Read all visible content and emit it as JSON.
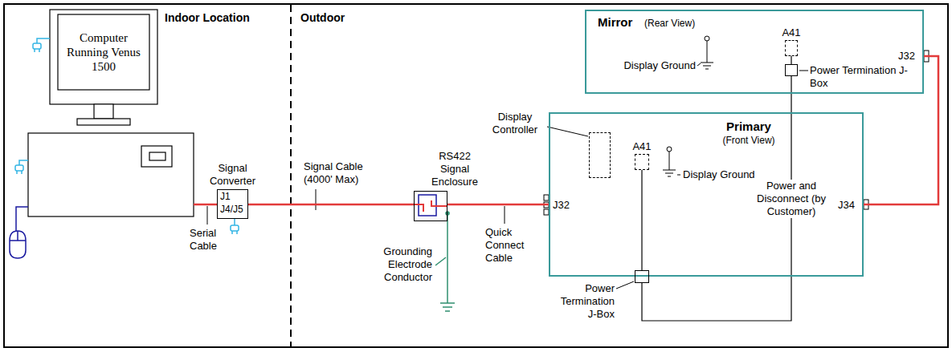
{
  "diagram": {
    "nodes": [
      {
        "text": [
          "Computer Running Venus 1500"
        ]
      },
      {
        "text": [
          "Signal Converter",
          "J1",
          "J4/J5"
        ]
      },
      {
        "text": [
          "RS422 Signal Enclosure"
        ]
      },
      {
        "text": [
          "Primary",
          "(Front View)"
        ]
      },
      {
        "text": [
          "Display Controller"
        ],
        "in": 3
      },
      {
        "text": [
          "A41"
        ],
        "in": 3
      },
      {
        "text": [
          "Power Termination J-Box"
        ],
        "in": 3
      },
      {
        "text": [
          "Mirror",
          "(Rear View)"
        ]
      },
      {
        "text": [
          "A41"
        ],
        "in": 7
      },
      {
        "text": [
          "Power Termination J-Box"
        ],
        "in": 7
      }
    ],
    "edges": [
      {
        "from": 0,
        "to": 1,
        "arrow": "none"
      },
      {
        "from": 1,
        "to": 2,
        "arrow": "none"
      },
      {
        "from": 2,
        "to": 3,
        "arrow": "none"
      },
      {
        "from": 3,
        "to": 7,
        "arrow": "none"
      },
      {
        "from": 5,
        "to": 6,
        "arrow": "none"
      },
      {
        "from": 8,
        "to": 9,
        "arrow": "none"
      },
      {
        "from": 6,
        "to": 9,
        "label": "Power and Disconnect (by Customer)",
        "arrow": "none"
      }
    ],
    "labels": [
      "Indoor Location",
      "Outdoor",
      "Serial Cable",
      "Signal Cable (4000' Max)",
      "Quick Connect Cable",
      "Grounding Electrode Conductor",
      "J32",
      "J34",
      "Display Ground",
      "Display Ground",
      "J32"
    ]
  }
}
